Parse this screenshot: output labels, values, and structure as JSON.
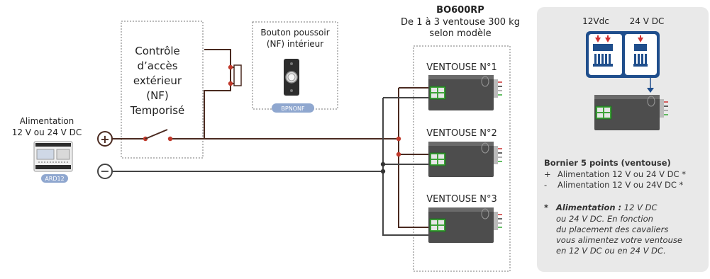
{
  "title": {
    "model": "BO600RP",
    "line1": "De 1 à 3 ventouse 300 kg",
    "line2": "selon modèle"
  },
  "power_supply": {
    "label_line1": "Alimentation",
    "label_line2": "12 V ou 24 V DC",
    "badge": "ARD12",
    "plus_symbol": "+",
    "minus_symbol": "−"
  },
  "access_control": {
    "line1": "Contrôle",
    "line2": "d’accès",
    "line3": "extérieur",
    "line4": "(NF)",
    "line5": "Temporisé"
  },
  "push_button": {
    "line1": "Bouton poussoir",
    "line2": "(NF) intérieur",
    "badge": "BPNONF"
  },
  "ventouses": [
    {
      "label": "VENTOUSE N°1"
    },
    {
      "label": "VENTOUSE N°2"
    },
    {
      "label": "VENTOUSE N°3"
    }
  ],
  "jumper_panel": {
    "label_12v": "12Vdc",
    "label_24v": "24 V DC",
    "heading": "Bornier 5 points (ventouse)",
    "items": [
      {
        "sign": "+",
        "text": "Alimentation 12 V ou 24 V DC *"
      },
      {
        "sign": "-",
        "text": "Alimentation 12 V ou 24V DC *"
      }
    ],
    "note_star": "*",
    "note_bold": "Alimentation :",
    "note_rest1": " 12 V DC",
    "note_lines": [
      "ou 24 V DC. En fonction",
      "du placement des cavaliers",
      "vous alimentez votre ventouse",
      "en 12 V DC ou en 24 V DC."
    ]
  },
  "colors": {
    "wire": "#4a2a20",
    "node": "#c0392b",
    "panel_bg": "#e9e9e9",
    "jumper_blue": "#1f4e8c",
    "badge_blue": "#8fa7cf",
    "terminal_green": "#3fa43a",
    "device_gray": "#4d4d4d"
  },
  "icons": {
    "plus": "plus-circle-icon",
    "minus": "minus-circle-icon",
    "switch": "switch-icon",
    "down_arrow": "down-arrow-icon"
  }
}
